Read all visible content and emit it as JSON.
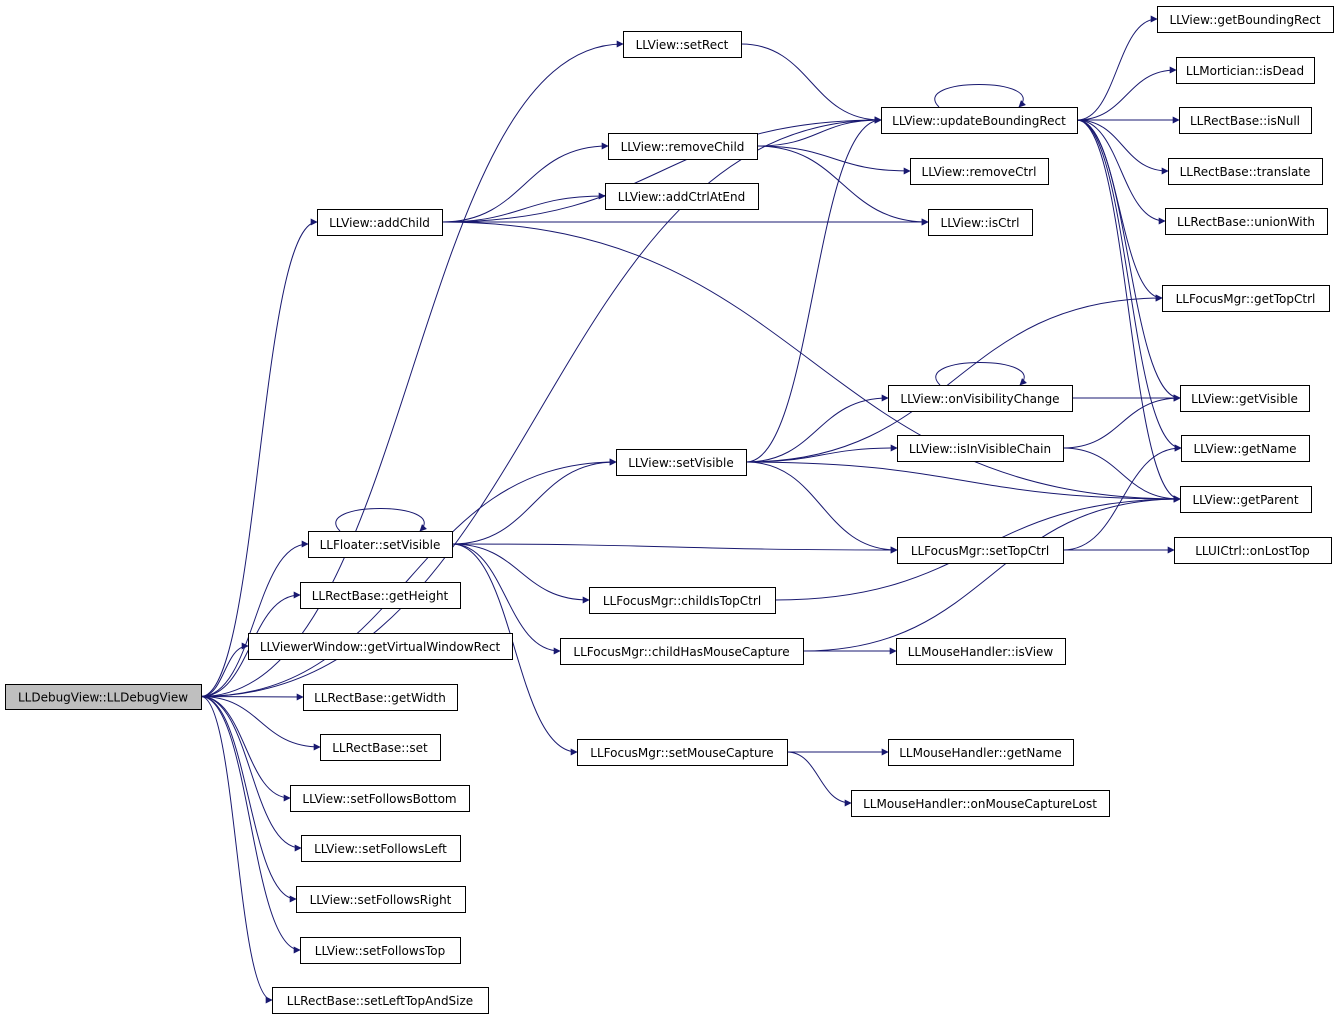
{
  "colors": {
    "edge": "#191970",
    "root_fill": "#bfbfbf",
    "node_fill": "#ffffff",
    "node_border": "#000000"
  },
  "nodes": [
    {
      "id": "root",
      "label": "LLDebugView::LLDebugView",
      "root": true
    },
    {
      "id": "setRect",
      "label": "LLView::setRect"
    },
    {
      "id": "addChild",
      "label": "LLView::addChild"
    },
    {
      "id": "removeChild",
      "label": "LLView::removeChild"
    },
    {
      "id": "addCtrlAtEnd",
      "label": "LLView::addCtrlAtEnd"
    },
    {
      "id": "updateBoundingRect",
      "label": "LLView::updateBoundingRect"
    },
    {
      "id": "removeCtrl",
      "label": "LLView::removeCtrl"
    },
    {
      "id": "isCtrl",
      "label": "LLView::isCtrl"
    },
    {
      "id": "getBoundingRect",
      "label": "LLView::getBoundingRect"
    },
    {
      "id": "isDead",
      "label": "LLMortician::isDead"
    },
    {
      "id": "isNull",
      "label": "LLRectBase::isNull"
    },
    {
      "id": "translate",
      "label": "LLRectBase::translate"
    },
    {
      "id": "unionWith",
      "label": "LLRectBase::unionWith"
    },
    {
      "id": "getTopCtrl",
      "label": "LLFocusMgr::getTopCtrl"
    },
    {
      "id": "onVisibilityChange",
      "label": "LLView::onVisibilityChange"
    },
    {
      "id": "getVisible",
      "label": "LLView::getVisible"
    },
    {
      "id": "setVisible",
      "label": "LLView::setVisible"
    },
    {
      "id": "isInVisibleChain",
      "label": "LLView::isInVisibleChain"
    },
    {
      "id": "getName",
      "label": "LLView::getName"
    },
    {
      "id": "getParent",
      "label": "LLView::getParent"
    },
    {
      "id": "floaterSetVisible",
      "label": "LLFloater::setVisible"
    },
    {
      "id": "setTopCtrl",
      "label": "LLFocusMgr::setTopCtrl"
    },
    {
      "id": "onLostTop",
      "label": "LLUICtrl::onLostTop"
    },
    {
      "id": "getHeight",
      "label": "LLRectBase::getHeight"
    },
    {
      "id": "childIsTopCtrl",
      "label": "LLFocusMgr::childIsTopCtrl"
    },
    {
      "id": "getVirtualWindowRect",
      "label": "LLViewerWindow::getVirtualWindowRect"
    },
    {
      "id": "childHasMouseCapture",
      "label": "LLFocusMgr::childHasMouseCapture"
    },
    {
      "id": "mhIsView",
      "label": "LLMouseHandler::isView"
    },
    {
      "id": "getWidth",
      "label": "LLRectBase::getWidth"
    },
    {
      "id": "rectSet",
      "label": "LLRectBase::set"
    },
    {
      "id": "setMouseCapture",
      "label": "LLFocusMgr::setMouseCapture"
    },
    {
      "id": "mhGetName",
      "label": "LLMouseHandler::getName"
    },
    {
      "id": "setFollowsBottom",
      "label": "LLView::setFollowsBottom"
    },
    {
      "id": "onMouseCaptureLost",
      "label": "LLMouseHandler::onMouseCaptureLost"
    },
    {
      "id": "setFollowsLeft",
      "label": "LLView::setFollowsLeft"
    },
    {
      "id": "setFollowsRight",
      "label": "LLView::setFollowsRight"
    },
    {
      "id": "setFollowsTop",
      "label": "LLView::setFollowsTop"
    },
    {
      "id": "setLeftTopAndSize",
      "label": "LLRectBase::setLeftTopAndSize"
    }
  ],
  "edges": [
    [
      "root",
      "setRect"
    ],
    [
      "root",
      "addChild"
    ],
    [
      "root",
      "updateBoundingRect"
    ],
    [
      "root",
      "setVisible"
    ],
    [
      "root",
      "floaterSetVisible"
    ],
    [
      "root",
      "getHeight"
    ],
    [
      "root",
      "getVirtualWindowRect"
    ],
    [
      "root",
      "getWidth"
    ],
    [
      "root",
      "rectSet"
    ],
    [
      "root",
      "setFollowsBottom"
    ],
    [
      "root",
      "setFollowsLeft"
    ],
    [
      "root",
      "setFollowsRight"
    ],
    [
      "root",
      "setFollowsTop"
    ],
    [
      "root",
      "setLeftTopAndSize"
    ],
    [
      "setRect",
      "updateBoundingRect"
    ],
    [
      "addChild",
      "removeChild"
    ],
    [
      "addChild",
      "addCtrlAtEnd"
    ],
    [
      "addChild",
      "isCtrl"
    ],
    [
      "addChild",
      "updateBoundingRect"
    ],
    [
      "addChild",
      "getParent"
    ],
    [
      "removeChild",
      "updateBoundingRect"
    ],
    [
      "removeChild",
      "removeCtrl"
    ],
    [
      "removeChild",
      "isCtrl"
    ],
    [
      "updateBoundingRect",
      "updateBoundingRect"
    ],
    [
      "updateBoundingRect",
      "getBoundingRect"
    ],
    [
      "updateBoundingRect",
      "isDead"
    ],
    [
      "updateBoundingRect",
      "isNull"
    ],
    [
      "updateBoundingRect",
      "translate"
    ],
    [
      "updateBoundingRect",
      "unionWith"
    ],
    [
      "updateBoundingRect",
      "getTopCtrl"
    ],
    [
      "updateBoundingRect",
      "getVisible"
    ],
    [
      "updateBoundingRect",
      "getName"
    ],
    [
      "updateBoundingRect",
      "getParent"
    ],
    [
      "setVisible",
      "updateBoundingRect"
    ],
    [
      "setVisible",
      "getTopCtrl"
    ],
    [
      "setVisible",
      "onVisibilityChange"
    ],
    [
      "setVisible",
      "isInVisibleChain"
    ],
    [
      "setVisible",
      "getParent"
    ],
    [
      "setVisible",
      "setTopCtrl"
    ],
    [
      "onVisibilityChange",
      "onVisibilityChange"
    ],
    [
      "onVisibilityChange",
      "getVisible"
    ],
    [
      "isInVisibleChain",
      "getVisible"
    ],
    [
      "isInVisibleChain",
      "getParent"
    ],
    [
      "floaterSetVisible",
      "floaterSetVisible"
    ],
    [
      "floaterSetVisible",
      "setVisible"
    ],
    [
      "floaterSetVisible",
      "setTopCtrl"
    ],
    [
      "floaterSetVisible",
      "childIsTopCtrl"
    ],
    [
      "floaterSetVisible",
      "childHasMouseCapture"
    ],
    [
      "floaterSetVisible",
      "setMouseCapture"
    ],
    [
      "setTopCtrl",
      "getName"
    ],
    [
      "setTopCtrl",
      "onLostTop"
    ],
    [
      "childIsTopCtrl",
      "getParent"
    ],
    [
      "childHasMouseCapture",
      "mhIsView"
    ],
    [
      "childHasMouseCapture",
      "getParent"
    ],
    [
      "setMouseCapture",
      "mhGetName"
    ],
    [
      "setMouseCapture",
      "onMouseCaptureLost"
    ]
  ]
}
